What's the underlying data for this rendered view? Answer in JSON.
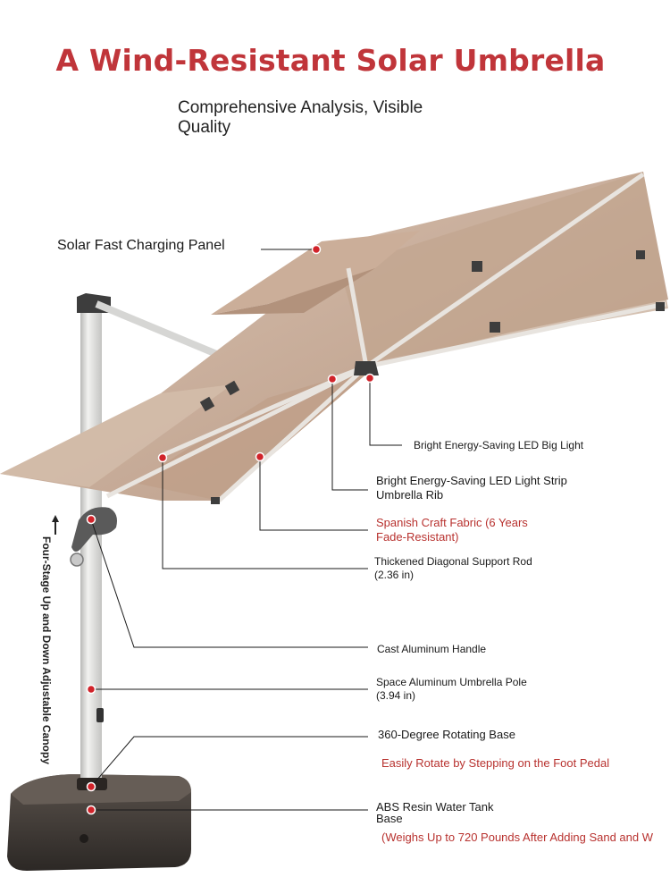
{
  "title": "A Wind-Resistant Solar Umbrella",
  "subtitle": "Comprehensive Analysis, Visible Quality",
  "side_label": "Four-Stage Up and Down Adjustable Canopy",
  "labels": [
    {
      "key": "solar-panel",
      "text": "Solar Fast Charging Panel"
    },
    {
      "key": "led-big-light",
      "text": "Bright Energy-Saving LED Big Light"
    },
    {
      "key": "led-strip",
      "text": "Bright Energy-Saving LED Light Strip Umbrella Rib"
    },
    {
      "key": "fabric",
      "text": "Spanish Craft Fabric (6 Years Fade-Resistant)"
    },
    {
      "key": "support-rod",
      "text": "Thickened Diagonal Support Rod (2.36 in)"
    },
    {
      "key": "handle",
      "text": "Cast Aluminum Handle"
    },
    {
      "key": "pole",
      "text": "Space Aluminum Umbrella Pole (3.94 in)"
    },
    {
      "key": "rotating-base",
      "text": "360-Degree Rotating Base"
    },
    {
      "key": "rotate-note",
      "text": "Easily Rotate by Stepping on the Foot Pedal"
    },
    {
      "key": "water-tank",
      "text": "ABS Resin Water Tank Base"
    },
    {
      "key": "weight-note",
      "text": "(Weighs Up to 720 Pounds After Adding Sand and W"
    }
  ],
  "colors": {
    "title": "#c0353a",
    "accent_label": "#b8322f",
    "canopy": "#c9ad99",
    "canopy_shade": "#b3937c",
    "pole": "#dcdcda",
    "base": "#3e3935",
    "marker": "#d1232a"
  }
}
